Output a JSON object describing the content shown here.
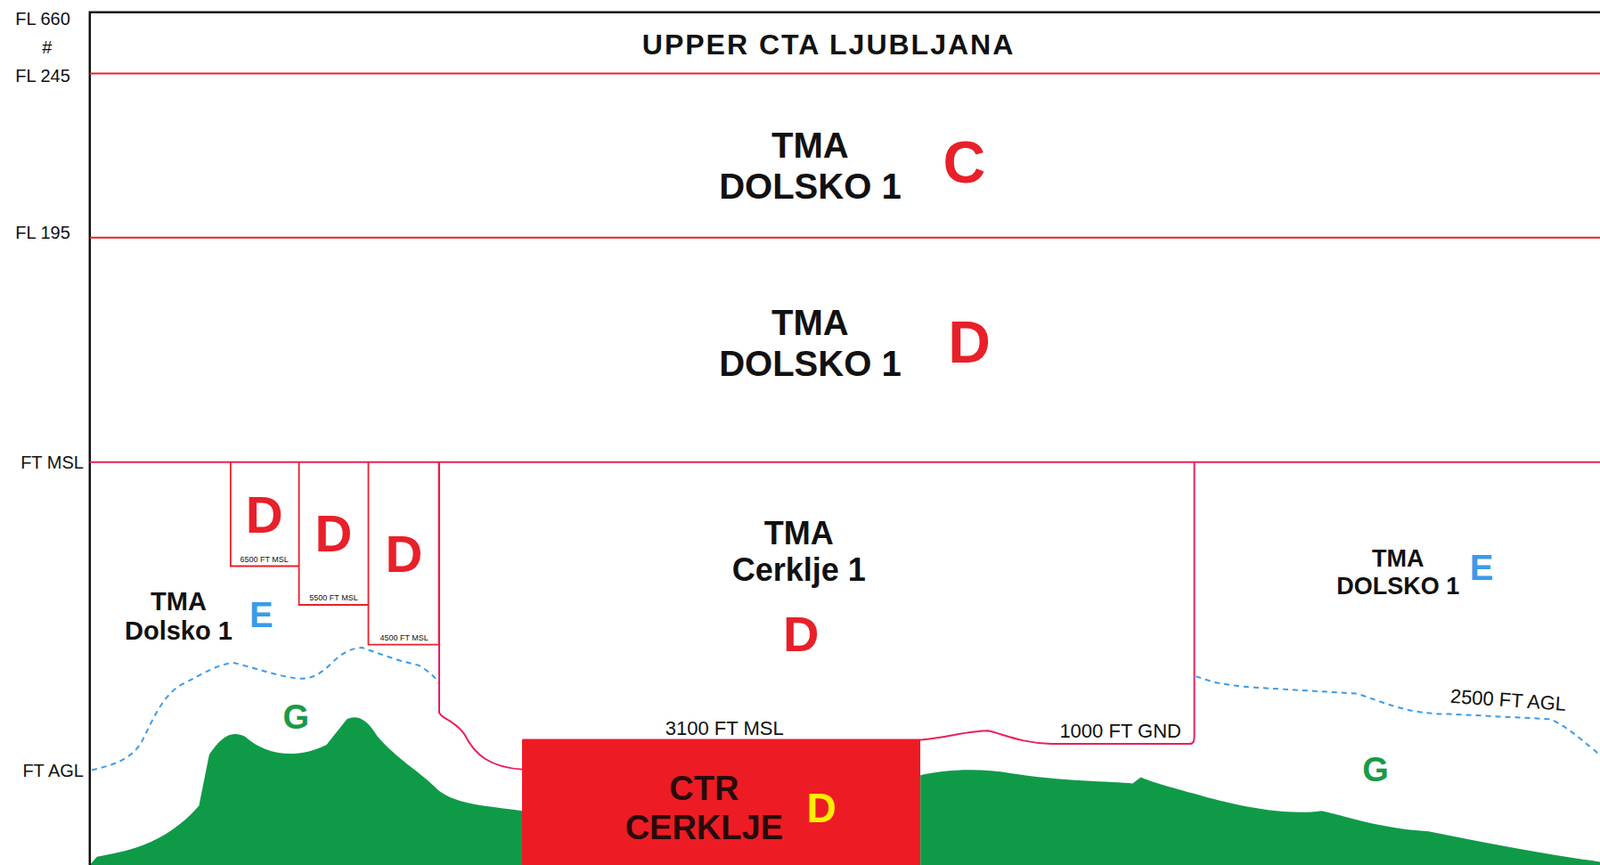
{
  "diagram": {
    "nodes": [
      {
        "text": [
          "UPPER CTA LJUBLJANA"
        ]
      },
      {
        "text": [
          "TMA DOLSKO 1",
          "C"
        ]
      },
      {
        "text": [
          "TMA DOLSKO 1",
          "D"
        ]
      },
      {
        "text": [
          "D",
          "6500 FT MSL"
        ]
      },
      {
        "text": [
          "D",
          "5500 FT MSL"
        ]
      },
      {
        "text": [
          "D",
          "4500 FT MSL"
        ]
      },
      {
        "text": [
          "TMA Cerklje 1",
          "D"
        ]
      },
      {
        "text": [
          "CTR CERKLJE",
          "D"
        ]
      }
    ],
    "labels": [
      "FL 660",
      "#",
      "FL 245",
      "FL 195",
      "FT MSL",
      "FT AGL",
      "TMA Dolsko 1",
      "E",
      "G",
      "TMA DOLSKO 1",
      "E",
      "2500 FT AGL",
      "G",
      "3100 FT MSL",
      "1000 FT GND"
    ]
  }
}
